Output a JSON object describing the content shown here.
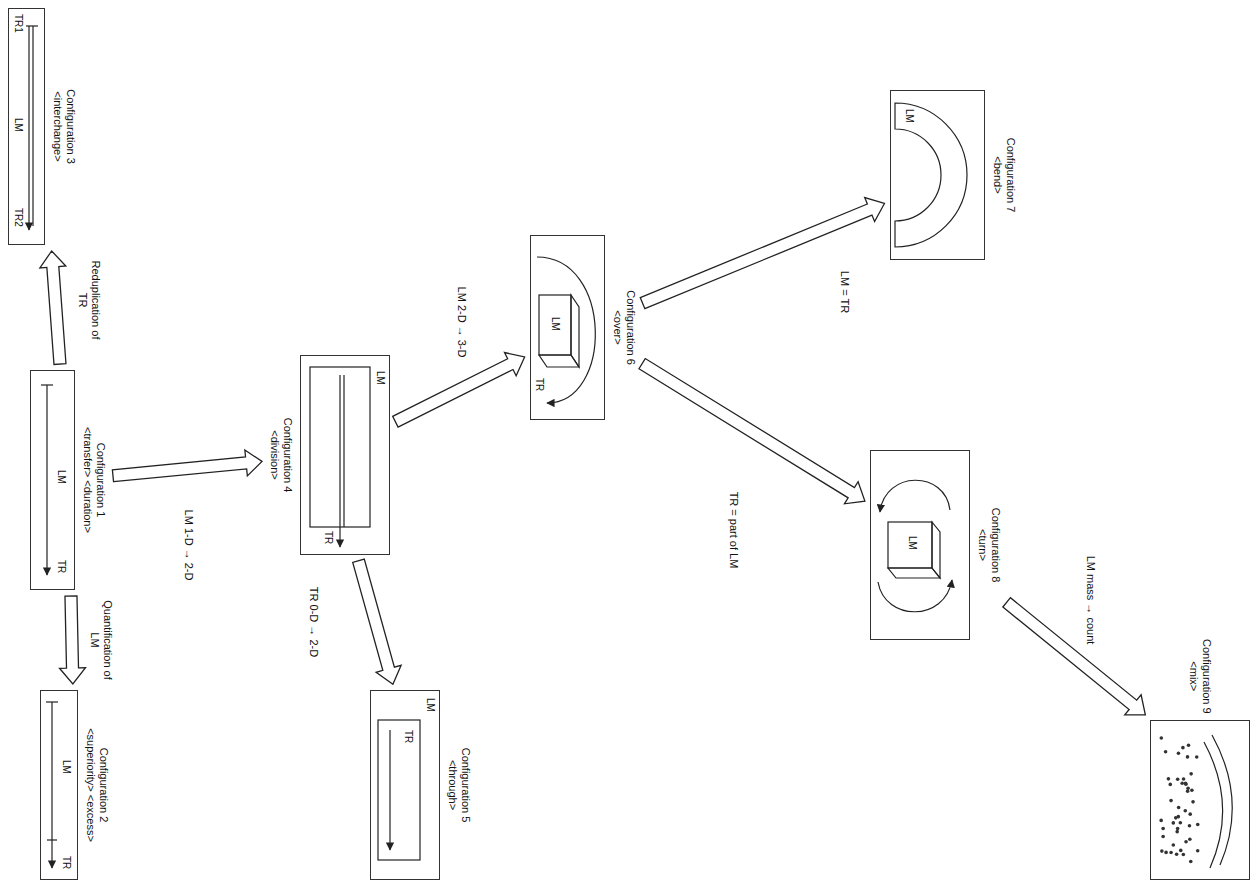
{
  "diagram": {
    "nodes": [
      {
        "text": [
          "Configuration 1",
          "<transfer> <duration>"
        ]
      },
      {
        "text": [
          "Configuration 2",
          "<superiority> <excess>"
        ]
      },
      {
        "text": [
          "Configuration 3",
          "<interchange>"
        ]
      },
      {
        "text": [
          "Configuration 4",
          "<division>"
        ]
      },
      {
        "text": [
          "Configuration 5",
          "<through>"
        ]
      },
      {
        "text": [
          "Configuration 6",
          "<over>"
        ]
      },
      {
        "text": [
          "Configuration 7",
          "<bend>"
        ]
      },
      {
        "text": [
          "Configuration 8",
          "<turn>"
        ]
      },
      {
        "text": [
          "Configuration 9",
          "<mix>"
        ]
      }
    ],
    "edges": [
      {
        "from": 0,
        "to": 2,
        "arrow": "to",
        "label": "Reduplication of TR"
      },
      {
        "from": 0,
        "to": 1,
        "arrow": "to",
        "label": "Quantification of LM"
      },
      {
        "from": 0,
        "to": 3,
        "arrow": "to",
        "label": "LM 1-D → 2-D"
      },
      {
        "from": 3,
        "to": 4,
        "arrow": "to",
        "label": "TR 0-D → 2-D"
      },
      {
        "from": 3,
        "to": 5,
        "arrow": "to",
        "label": "LM 2-D → 3-D"
      },
      {
        "from": 5,
        "to": 6,
        "arrow": "to",
        "label": "LM = TR"
      },
      {
        "from": 5,
        "to": 7,
        "arrow": "to",
        "label": "TR = part of LM"
      },
      {
        "from": 7,
        "to": 8,
        "arrow": "to",
        "label": "LM mass → count"
      }
    ],
    "labels": [
      "LM",
      "TR",
      "LM",
      "TR",
      "TR1",
      "LM",
      "TR2",
      "LM",
      "TR",
      "LM",
      "TR",
      "LM",
      "TR",
      "LM",
      "LM"
    ]
  }
}
